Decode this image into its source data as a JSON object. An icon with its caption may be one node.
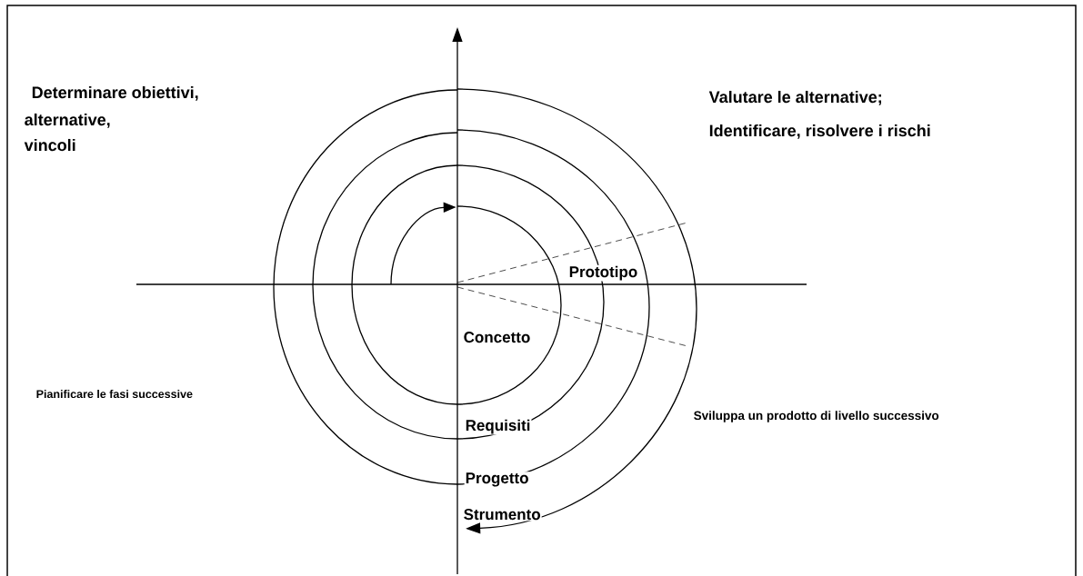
{
  "diagram": {
    "labels": [
      "Determinare obiettivi,",
      "alternative,",
      "vincoli",
      "Valutare le alternative;",
      "Identificare, risolvere i rischi",
      "Prototipo",
      "Concetto",
      "Pianificare le fasi successive",
      "Requisiti",
      "Sviluppa un prodotto di livello successivo",
      "Progetto",
      "Strumento"
    ]
  }
}
